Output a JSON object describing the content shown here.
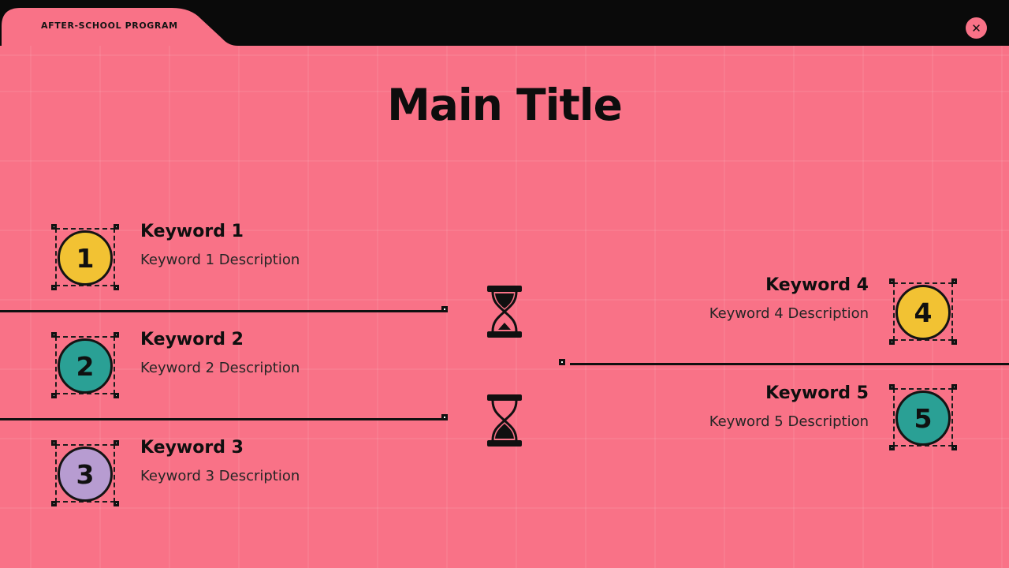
{
  "header": {
    "tab_label": "AFTER-SCHOOL PROGRAM",
    "close_icon": "✕"
  },
  "slide": {
    "title": "Main Title",
    "items": [
      {
        "number": "1",
        "keyword": "Keyword 1",
        "description": "Keyword 1 Description",
        "circle_color": "#F2C233"
      },
      {
        "number": "2",
        "keyword": "Keyword 2",
        "description": "Keyword 2 Description",
        "circle_color": "#2AA095"
      },
      {
        "number": "3",
        "keyword": "Keyword 3",
        "description": "Keyword 3 Description",
        "circle_color": "#B79CD1"
      },
      {
        "number": "4",
        "keyword": "Keyword 4",
        "description": "Keyword 4 Description",
        "circle_color": "#F2C233"
      },
      {
        "number": "5",
        "keyword": "Keyword 5",
        "description": "Keyword 5 Description",
        "circle_color": "#2AA095"
      }
    ],
    "divider_icons": [
      "hourglass-sand-top",
      "hourglass-sand-bottom"
    ],
    "colors": {
      "background_pink": "#F97287",
      "topbar_black": "#0A0A0A",
      "circle_yellow": "#F2C233",
      "circle_teal": "#2AA095",
      "circle_purple": "#B79CD1",
      "ink": "#101010"
    }
  }
}
